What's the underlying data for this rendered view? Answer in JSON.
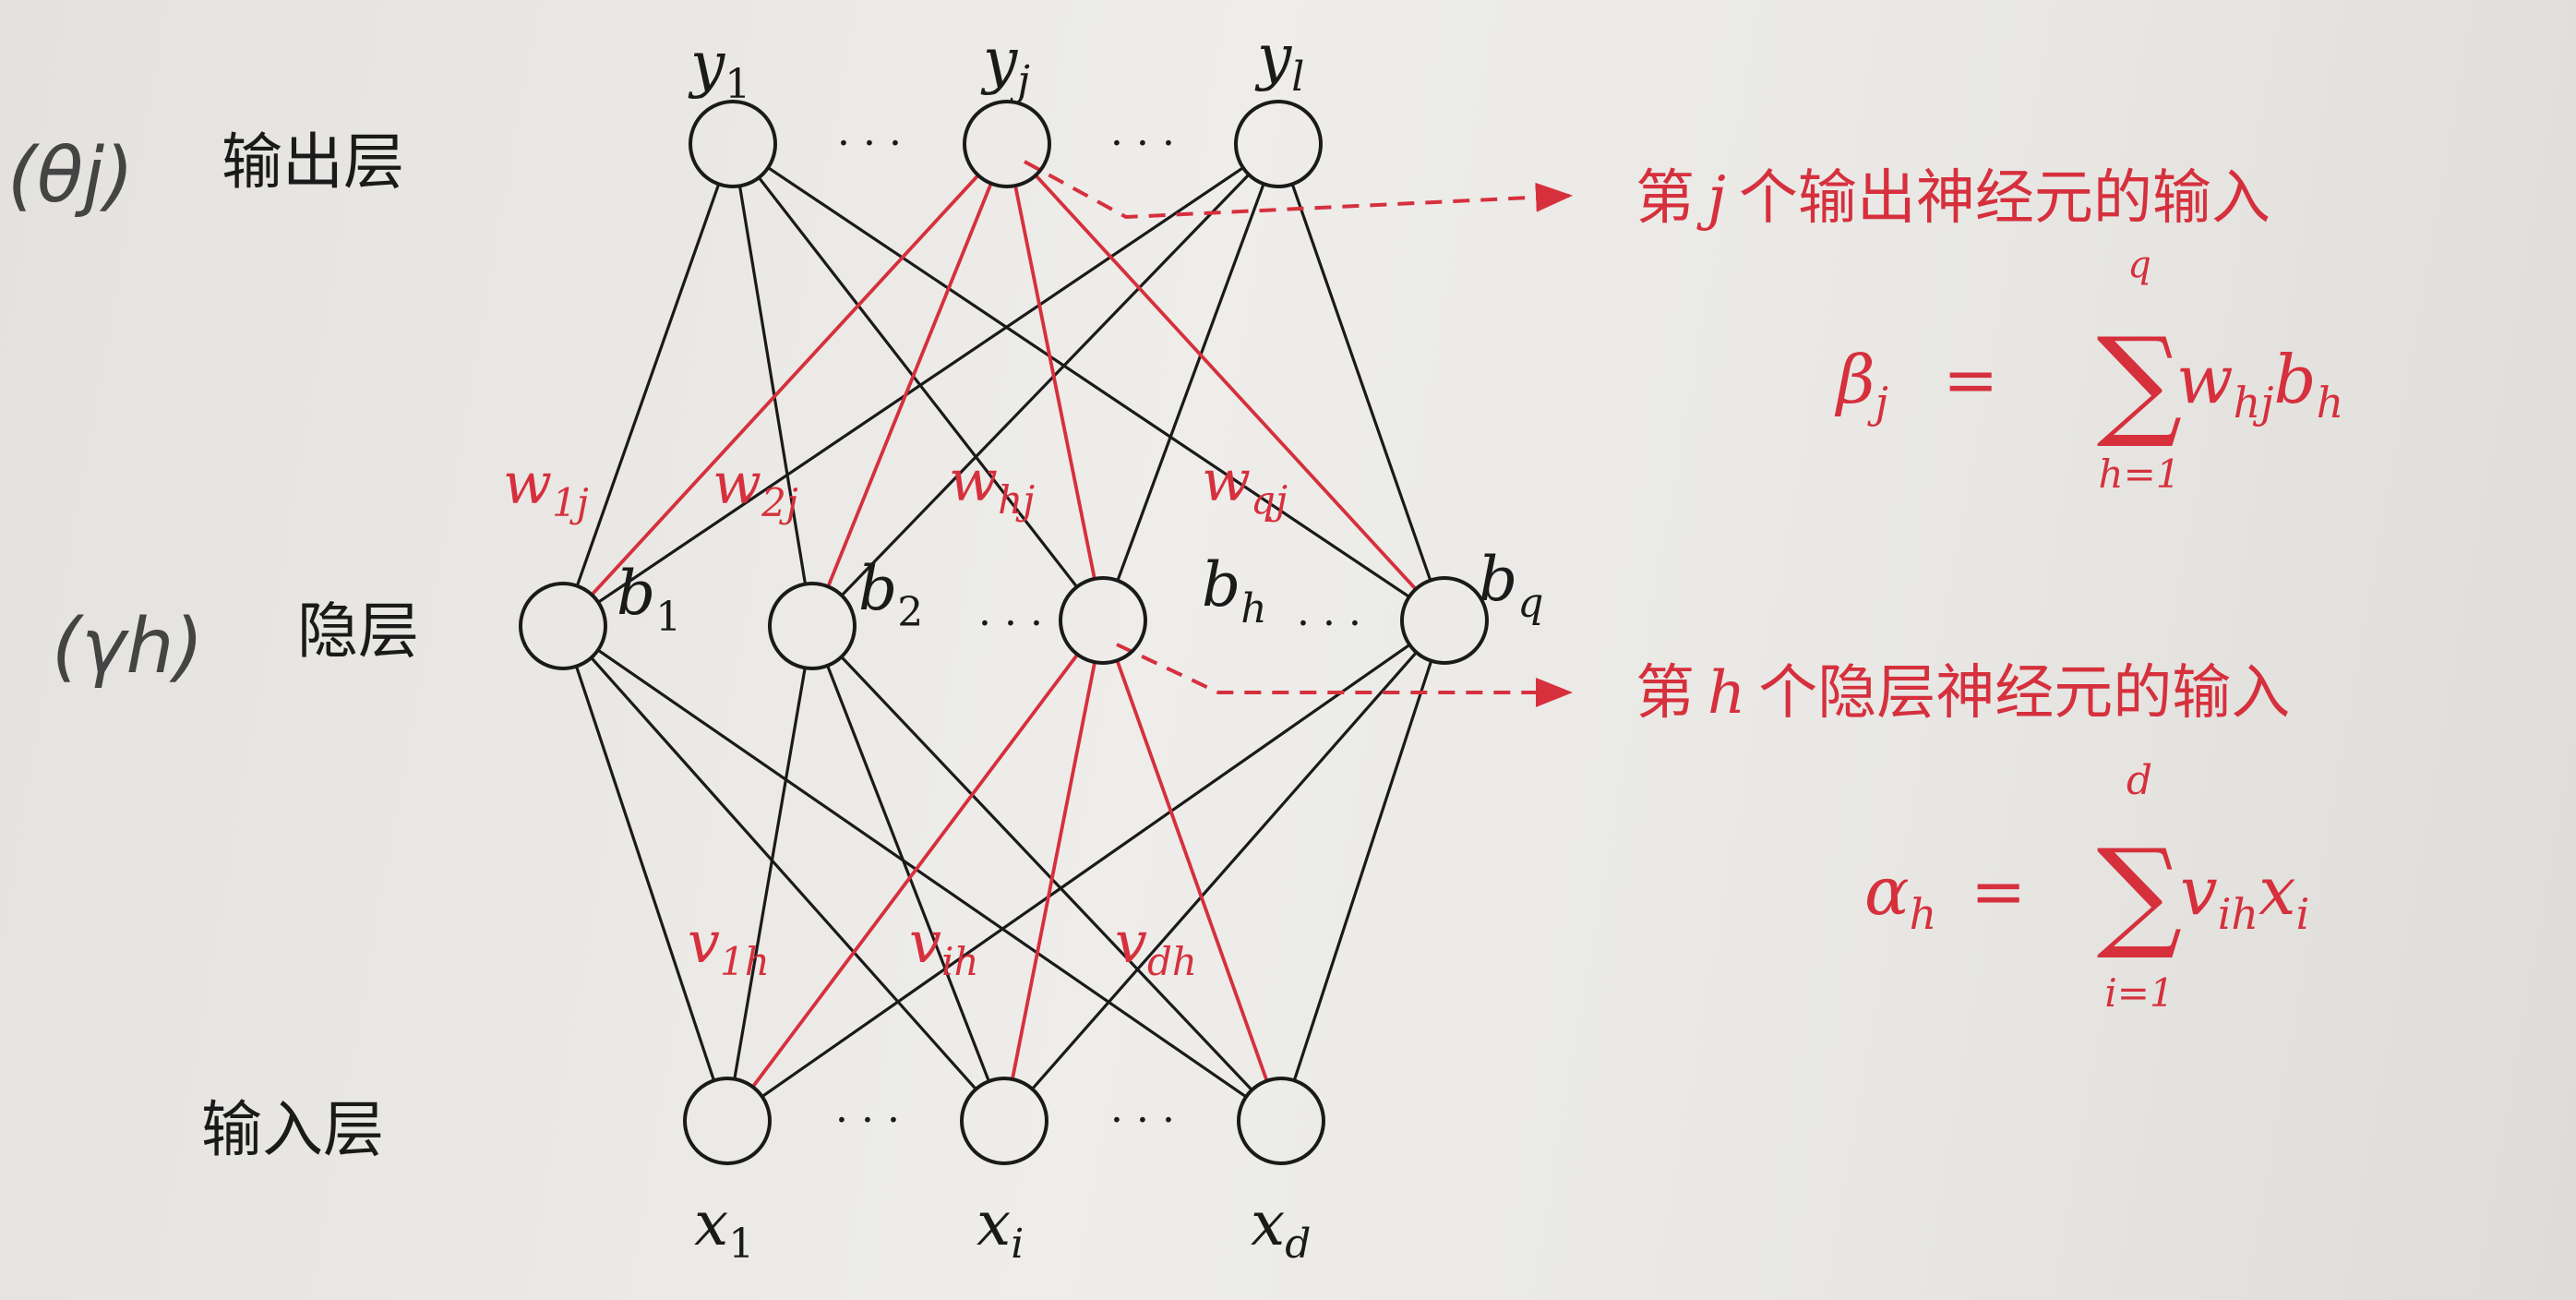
{
  "layers": {
    "output": "输出层",
    "hidden": "隐层",
    "input": "输入层"
  },
  "handwritten": {
    "theta": "(θj)",
    "gamma": "(γh)"
  },
  "neurons": {
    "output": {
      "y1": {
        "base": "y",
        "sub": "1"
      },
      "yj": {
        "base": "y",
        "sub": "j"
      },
      "yl": {
        "base": "y",
        "sub": "l"
      }
    },
    "hidden": {
      "b1": {
        "base": "b",
        "sub": "1"
      },
      "b2": {
        "base": "b",
        "sub": "2"
      },
      "bh": {
        "base": "b",
        "sub": "h"
      },
      "bq": {
        "base": "b",
        "sub": "q"
      }
    },
    "input": {
      "x1": {
        "base": "x",
        "sub": "1"
      },
      "xi": {
        "base": "x",
        "sub": "i"
      },
      "xd": {
        "base": "x",
        "sub": "d"
      }
    }
  },
  "ellipsis": "· · ·",
  "weights": {
    "w1j": {
      "base": "w",
      "sub": "1j"
    },
    "w2j": {
      "base": "w",
      "sub": "2j"
    },
    "whj": {
      "base": "w",
      "sub": "hj"
    },
    "wqj": {
      "base": "w",
      "sub": "qj"
    },
    "v1h": {
      "base": "v",
      "sub": "1h"
    },
    "vih": {
      "base": "v",
      "sub": "ih"
    },
    "vdh": {
      "base": "v",
      "sub": "dh"
    }
  },
  "annotations": {
    "output_input": {
      "pre": "第",
      "var": "j",
      "post": "个输出神经元的输入"
    },
    "hidden_input": {
      "pre": "第",
      "var": "h",
      "post": "个隐层神经元的输入"
    }
  },
  "formulas": {
    "beta": {
      "lhs_base": "β",
      "lhs_sub": "j",
      "eq": "=",
      "sigma": "∑",
      "upper": "q",
      "lower": "h=1",
      "term1_base": "w",
      "term1_sub": "hj",
      "term2_base": "b",
      "term2_sub": "h"
    },
    "alpha": {
      "lhs_base": "α",
      "lhs_sub": "h",
      "eq": "=",
      "sigma": "∑",
      "upper": "d",
      "lower": "i=1",
      "term1_base": "v",
      "term1_sub": "ih",
      "term2_base": "x",
      "term2_sub": "i"
    }
  },
  "colors": {
    "ink": "#1a1a1a",
    "accent": "#d6303d",
    "pencil": "#444444"
  }
}
